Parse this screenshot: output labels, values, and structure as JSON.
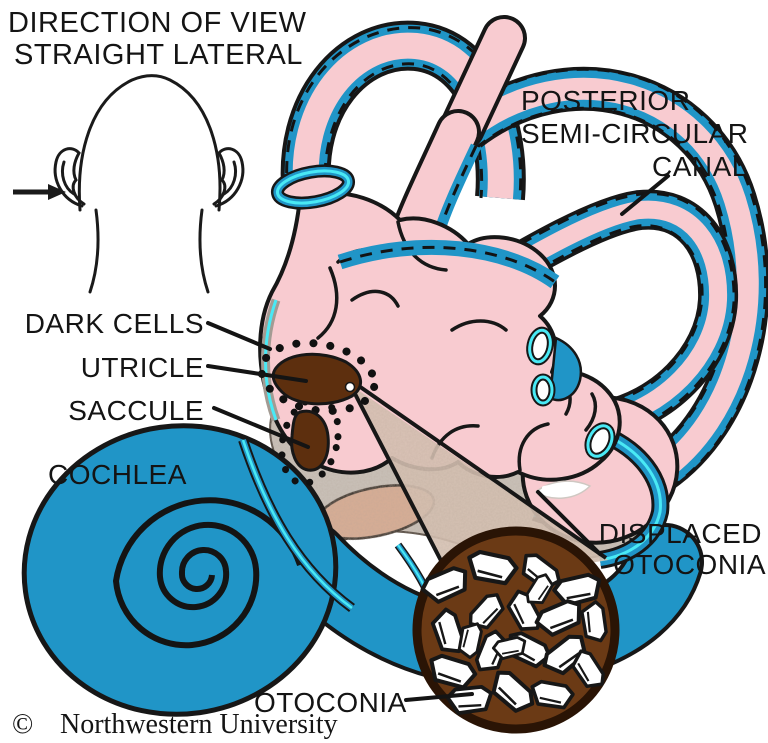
{
  "title": {
    "line1": "DIRECTION OF VIEW",
    "line2": "STRAIGHT LATERAL"
  },
  "labels": {
    "posterior1": "POSTERIOR",
    "posterior2": "SEMI-CIRCULAR",
    "posterior3": "CANAL",
    "dark_cells": "DARK CELLS",
    "utricle": "UTRICLE",
    "saccule": "SACCULE",
    "cochlea": "COCHLEA",
    "displaced1": "DISPLACED",
    "displaced2": "OTOCONIA",
    "otoconia": "OTOCONIA"
  },
  "footer": {
    "symbol": "©",
    "name": "Northwestern University"
  },
  "colors": {
    "canal_pink": "#f8cbd0",
    "labyrinth_blue": "#2095c7",
    "highlight_cyan": "#49e9f5",
    "organ_brown": "#5d2f0e",
    "otoconia_ring_brown": "#2a1405",
    "otoconia_fill_brown": "#6b3a15",
    "bone_gray": "#cac2ba",
    "bone_tan": "#d9ae95",
    "outline_black": "#171717"
  }
}
